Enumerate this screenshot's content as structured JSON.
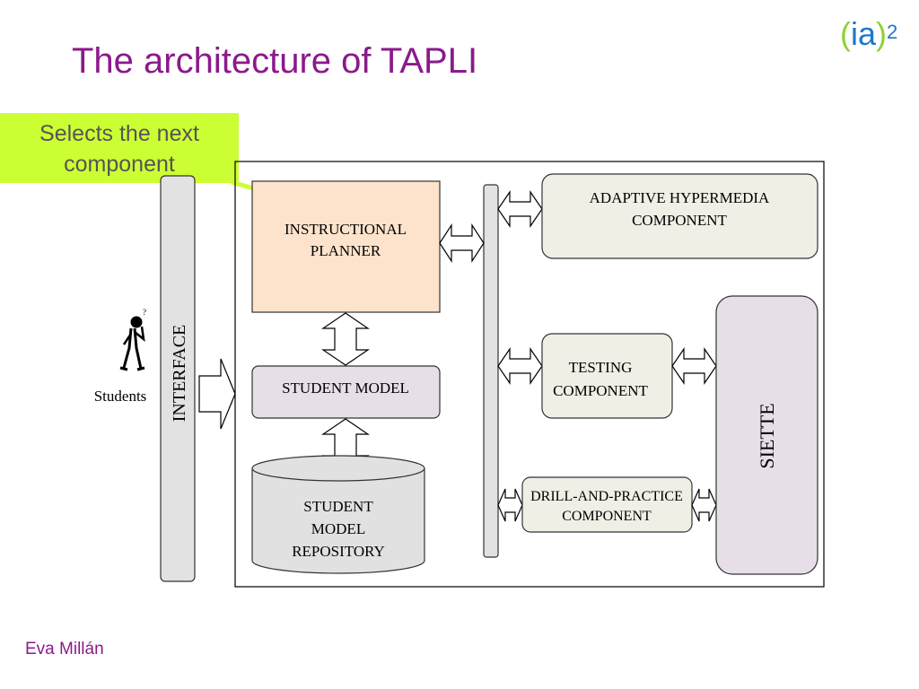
{
  "slide": {
    "title": "The architecture of TAPLI",
    "logo": {
      "open": "(",
      "core": "ia",
      "close": ")",
      "sup": "2"
    },
    "callout": [
      "Selects the next",
      "component"
    ],
    "author": "Eva Millán"
  },
  "diagram": {
    "interface_label": "INTERFACE",
    "students_label": "Students",
    "instructional_planner": [
      "INSTRUCTIONAL",
      "PLANNER"
    ],
    "student_model": "STUDENT MODEL",
    "student_model_repository": [
      "STUDENT",
      "MODEL",
      "REPOSITORY"
    ],
    "adaptive_hypermedia": [
      "ADAPTIVE HYPERMEDIA",
      "COMPONENT"
    ],
    "testing": [
      "TESTING",
      "COMPONENT"
    ],
    "drill_and_practice": [
      "DRILL-AND-PRACTICE",
      "COMPONENT"
    ],
    "siette": "SIETTE",
    "colors": {
      "title": "#8b1a8b",
      "callout_bg": "#ccff33",
      "planner_fill": "#fde3cc",
      "component_fill": "#f0efe6",
      "model_fill": "#e6dfe8",
      "repository_fill": "#e1e1e1",
      "interface_fill": "#e2e2e2",
      "logo_paren": "#8bd431",
      "logo_core": "#1e78c8"
    }
  }
}
